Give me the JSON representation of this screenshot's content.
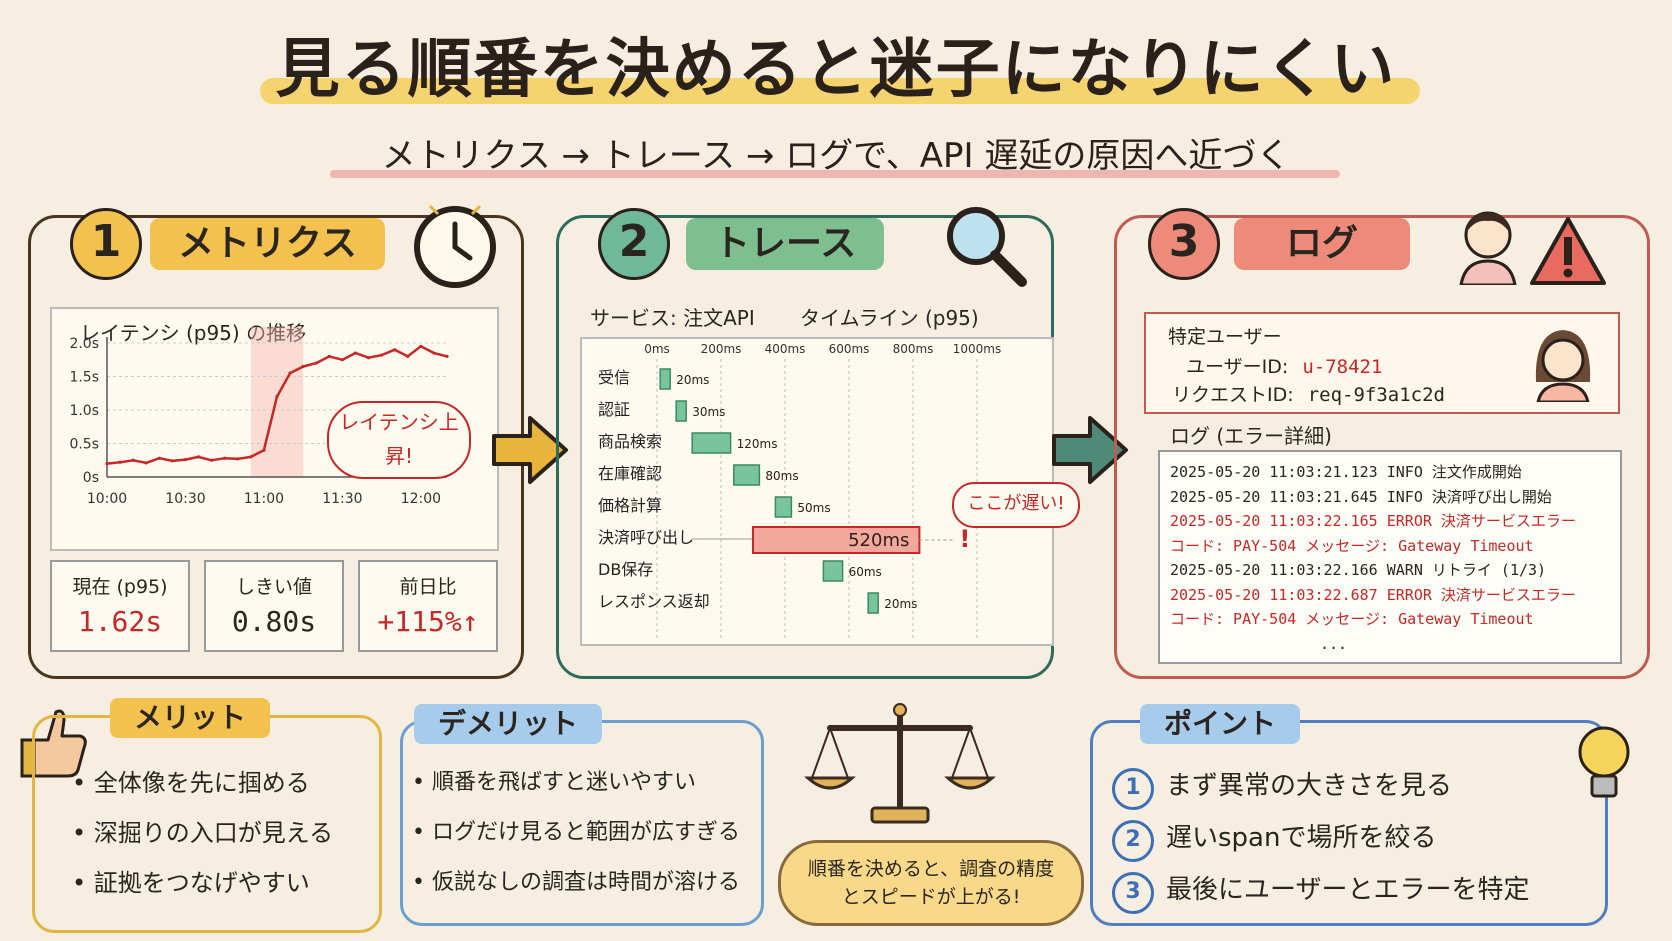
{
  "title": "見る順番を決めると迷子になりにくい",
  "subtitle": "メトリクス → トレース → ログで、API 遅延の原因へ近づく",
  "step1": {
    "number": "1",
    "label": "メトリクス",
    "chart_title": "レイテンシ (p95) の推移",
    "callout": "レイテンシ上昇!",
    "stats": [
      {
        "label": "現在 (p95)",
        "value": "1.62s",
        "color": "#c62828"
      },
      {
        "label": "しきい値",
        "value": "0.80s",
        "color": "#2b2520"
      },
      {
        "label": "前日比",
        "value": "+115%↑",
        "color": "#c62828"
      }
    ]
  },
  "chart_data": {
    "type": "line",
    "title": "レイテンシ (p95) の推移",
    "x": [
      "10:00",
      "10:05",
      "10:10",
      "10:15",
      "10:20",
      "10:25",
      "10:30",
      "10:35",
      "10:40",
      "10:45",
      "10:50",
      "10:55",
      "11:00",
      "11:05",
      "11:10",
      "11:15",
      "11:20",
      "11:25",
      "11:30",
      "11:35",
      "11:40",
      "11:45",
      "11:50",
      "11:55",
      "12:00",
      "12:05",
      "12:10"
    ],
    "xticks": [
      "10:00",
      "10:30",
      "11:00",
      "11:30",
      "12:00"
    ],
    "yticks": [
      "0s",
      "0.5s",
      "1.0s",
      "1.5s",
      "2.0s"
    ],
    "values": [
      0.2,
      0.22,
      0.25,
      0.21,
      0.28,
      0.24,
      0.26,
      0.3,
      0.25,
      0.28,
      0.27,
      0.3,
      0.4,
      1.2,
      1.55,
      1.65,
      1.7,
      1.8,
      1.75,
      1.85,
      1.78,
      1.82,
      1.9,
      1.8,
      1.95,
      1.85,
      1.8
    ],
    "ylim": [
      0,
      2.0
    ],
    "highlight": [
      "10:55",
      "11:15"
    ],
    "color": "#c62828"
  },
  "step2": {
    "number": "2",
    "label": "トレース",
    "service_label": "サービス: 注文API",
    "timeline_label": "タイムライン (p95)",
    "axis_ticks": [
      "0ms",
      "200ms",
      "400ms",
      "600ms",
      "800ms",
      "1000ms"
    ],
    "spans": [
      {
        "name": "受信",
        "start": 10,
        "dur": 20,
        "label": "20ms",
        "slow": false
      },
      {
        "name": "認証",
        "start": 60,
        "dur": 30,
        "label": "30ms",
        "slow": false
      },
      {
        "name": "商品検索",
        "start": 110,
        "dur": 120,
        "label": "120ms",
        "slow": false
      },
      {
        "name": "在庫確認",
        "start": 240,
        "dur": 80,
        "label": "80ms",
        "slow": false
      },
      {
        "name": "価格計算",
        "start": 370,
        "dur": 50,
        "label": "50ms",
        "slow": false
      },
      {
        "name": "決済呼び出し",
        "start": 300,
        "dur": 520,
        "label": "520ms",
        "slow": true
      },
      {
        "name": "DB保存",
        "start": 520,
        "dur": 60,
        "label": "60ms",
        "slow": false
      },
      {
        "name": "レスポンス返却",
        "start": 660,
        "dur": 20,
        "label": "20ms",
        "slow": false
      }
    ],
    "callout": "ここが遅い!"
  },
  "step3": {
    "number": "3",
    "label": "ログ",
    "user_title": "特定ユーザー",
    "user_id_label": "ユーザーID:",
    "user_id": "u-78421",
    "request_id_label": "リクエストID:",
    "request_id": "req-9f3a1c2d",
    "log_title": "ログ (エラー詳細)",
    "logs": [
      {
        "text": "2025-05-20 11:03:21.123  INFO  注文作成開始",
        "error": false
      },
      {
        "text": "2025-05-20 11:03:21.645  INFO  決済呼び出し開始",
        "error": false
      },
      {
        "text": "2025-05-20 11:03:22.165  ERROR 決済サービスエラー",
        "error": true
      },
      {
        "text": "  コード: PAY-504  メッセージ: Gateway Timeout",
        "error": true
      },
      {
        "text": "2025-05-20 11:03:22.166  WARN  リトライ (1/3)",
        "error": false
      },
      {
        "text": "2025-05-20 11:03:22.687  ERROR 決済サービスエラー",
        "error": true
      },
      {
        "text": "  コード: PAY-504  メッセージ: Gateway Timeout",
        "error": true
      },
      {
        "text": "...",
        "error": false
      }
    ]
  },
  "merit": {
    "title": "メリット",
    "items": [
      "全体像を先に掴める",
      "深掘りの入口が見える",
      "証拠をつなげやすい"
    ]
  },
  "demerit": {
    "title": "デメリット",
    "items": [
      "順番を飛ばすと迷いやすい",
      "ログだけ見ると範囲が広すぎる",
      "仮説なしの調査は時間が溶ける"
    ]
  },
  "center_bubble": "順番を決めると、調査の精度とスピードが上がる!",
  "point": {
    "title": "ポイント",
    "items": [
      {
        "num": "1",
        "text": "まず異常の大きさを見る"
      },
      {
        "num": "2",
        "text": "遅いspanで場所を絞る"
      },
      {
        "num": "3",
        "text": "最後にユーザーとエラーを特定"
      }
    ]
  },
  "colors": {
    "step1": "#f3c14d",
    "step2": "#7dbf8f",
    "step3": "#ee8a7a",
    "error": "#c62828",
    "point": "#3c6fb6"
  }
}
